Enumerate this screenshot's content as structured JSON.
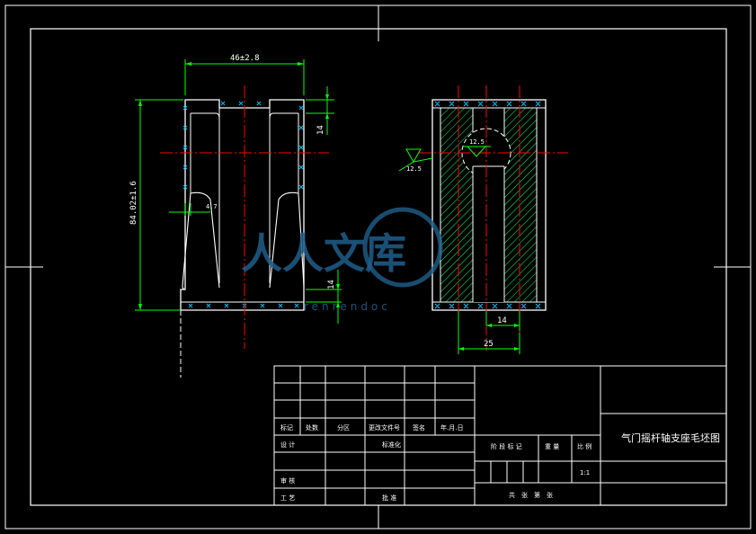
{
  "drawing": {
    "colors": {
      "background": "#000000",
      "outline": "#ffffff",
      "dimension": "#00ff00",
      "centerline": "#ff0000",
      "hatch": "#00ff66",
      "weld": "#00bfff",
      "watermark": "#1f5f8b"
    },
    "left_view": {
      "dim_width": "46±2.8",
      "dim_height": "84.02±1.6",
      "dim_top_thickness": "14",
      "dim_bottom_thickness": "14",
      "dim_wall": "4.7"
    },
    "right_view": {
      "roughness_circle": "12.5",
      "roughness_side": "12.5",
      "dim_inner": "14",
      "dim_outer": "25"
    }
  },
  "watermark": {
    "main": "人人文库",
    "sub": "renrendoc"
  },
  "title_block": {
    "header_labels": [
      "标记",
      "处数",
      "分区",
      "更改文件号",
      "签名",
      "年.月.日"
    ],
    "row_design": "设 计",
    "row_std": "标准化",
    "row_check": "审 核",
    "row_process": "工 艺",
    "row_approve": "批 准",
    "stage_label": "阶 段 标 记",
    "weight_label": "重 量",
    "scale_label": "比 例",
    "scale_value": "1:1",
    "sheet_info": "共　张　第　张",
    "drawing_title": "气门摇杆轴支座毛坯图"
  }
}
